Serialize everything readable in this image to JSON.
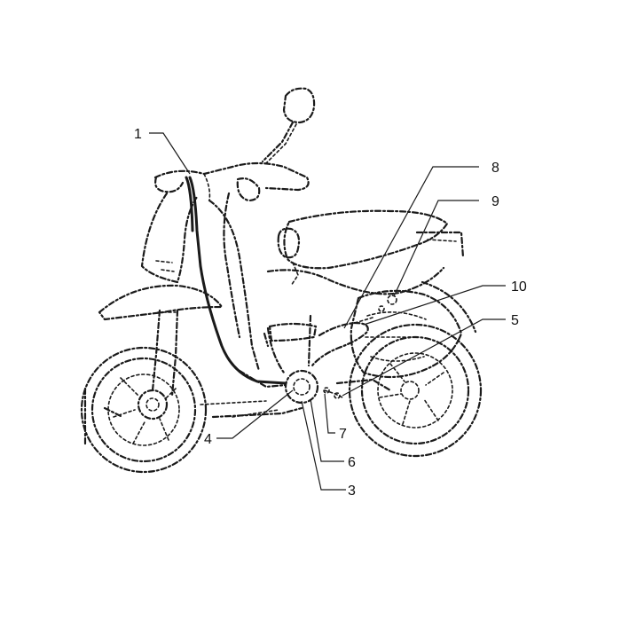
{
  "callouts": [
    {
      "id": "1",
      "label": "1"
    },
    {
      "id": "3",
      "label": "3"
    },
    {
      "id": "4",
      "label": "4"
    },
    {
      "id": "5",
      "label": "5"
    },
    {
      "id": "6",
      "label": "6"
    },
    {
      "id": "7",
      "label": "7"
    },
    {
      "id": "8",
      "label": "8"
    },
    {
      "id": "9",
      "label": "9"
    },
    {
      "id": "10",
      "label": "10"
    }
  ],
  "colors": {
    "ink": "#1a1a1a",
    "background": "#ffffff"
  }
}
